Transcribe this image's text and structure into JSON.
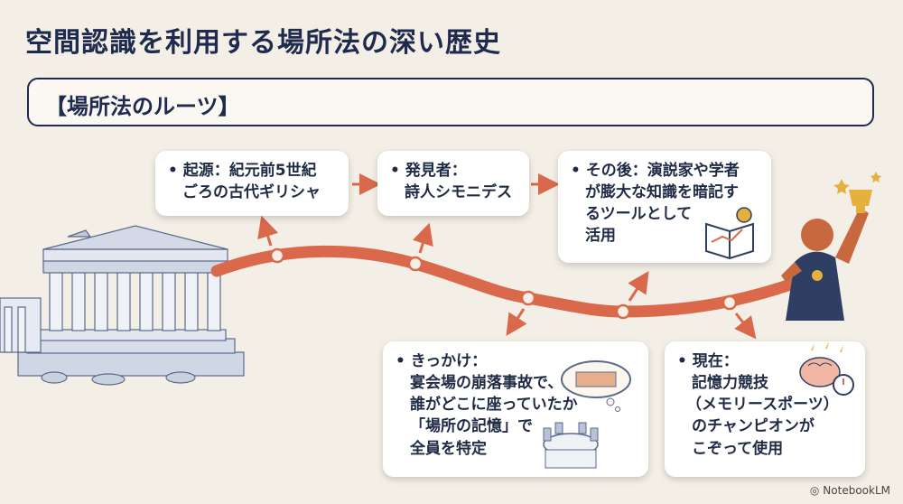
{
  "title": "空間認識を利用する場所法の深い歴史",
  "section": {
    "label": "【場所法のルーツ】"
  },
  "cards": {
    "origin": [
      "起源：紀元前5世紀",
      "ごろの古代ギリシャ"
    ],
    "discoverer": [
      "発見者：",
      "詩人シモニデス"
    ],
    "later": [
      "その後：演説家や学者",
      "が膨大な知識を暗記す",
      "るツールとして",
      "活用"
    ],
    "trigger": [
      "きっかけ：",
      "宴会場の崩落事故で、",
      "誰がどこに座っていたか",
      "「場所の記憶」で",
      "全員を特定"
    ],
    "present": [
      "現在：",
      "記憶力競技",
      "（メモリースポーツ）",
      "のチャンピオンが",
      "こぞって使用"
    ]
  },
  "icons": [
    "temple-illustration",
    "book-gear-icon",
    "banquet-table-icon",
    "brain-stopwatch-icon",
    "champion-trophy-illustration"
  ],
  "brand": "NotebookLM",
  "colors": {
    "title": "#1e2a4e",
    "path": "#d9694a",
    "background": "#f4efe6"
  }
}
